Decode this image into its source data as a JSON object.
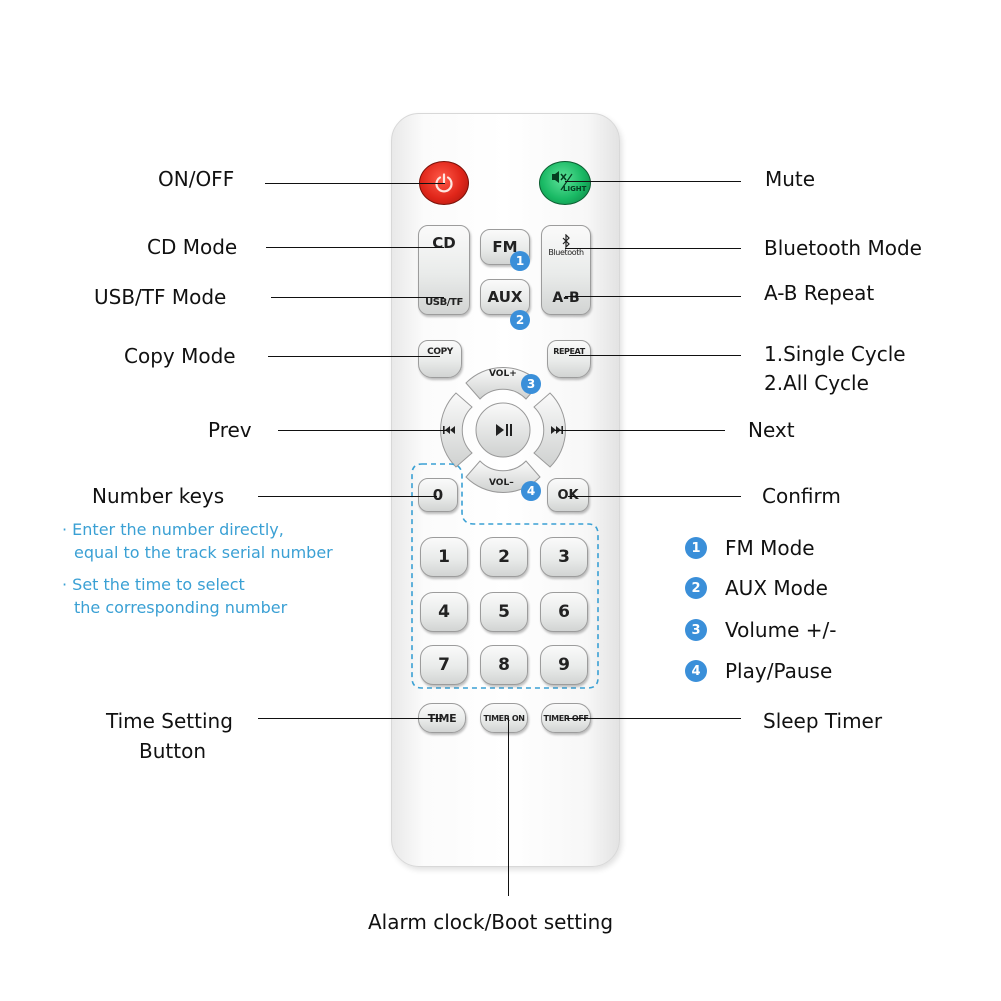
{
  "labels": {
    "on_off": "ON/OFF",
    "mute": "Mute",
    "cd_mode": "CD Mode",
    "bluetooth_mode": "Bluetooth Mode",
    "usb_tf_mode": "USB/TF Mode",
    "ab_repeat": "A-B Repeat",
    "copy_mode": "Copy Mode",
    "single_cycle": "1.Single Cycle",
    "all_cycle": "2.All Cycle",
    "prev": "Prev",
    "next": "Next",
    "number_keys": "Number keys",
    "confirm": "Confirm",
    "time_setting_1": "Time Setting",
    "time_setting_2": "Button",
    "sleep_timer": "Sleep Timer",
    "alarm_clock": "Alarm clock/Boot setting"
  },
  "notes": {
    "n1_line1": "· Enter the number directly,",
    "n1_line2": "equal to the track serial number",
    "n2_line1": "· Set the time to select",
    "n2_line2": "the corresponding number"
  },
  "legend": [
    {
      "num": "1",
      "text": "FM Mode"
    },
    {
      "num": "2",
      "text": "AUX Mode"
    },
    {
      "num": "3",
      "text": "Volume +/-"
    },
    {
      "num": "4",
      "text": "Play/Pause"
    }
  ],
  "buttons": {
    "cd": "CD",
    "usb_tf": "USB/TF",
    "fm": "FM",
    "aux": "AUX",
    "bluetooth": "Bluetooth",
    "ab": "A-B",
    "copy": "COPY",
    "repeat": "REPEAT",
    "vol_plus": "VOL+",
    "vol_minus": "VOL–",
    "light": "LIGHT",
    "ok": "OK",
    "zero": "0",
    "time": "TIME",
    "timer_on": "TIMER ON",
    "timer_off": "TIMER OFF",
    "digits": [
      "1",
      "2",
      "3",
      "4",
      "5",
      "6",
      "7",
      "8",
      "9"
    ]
  },
  "colors": {
    "power": "#e0261a",
    "mute": "#19b964",
    "badge": "#3a8fd9",
    "note": "#3aa0d4"
  }
}
